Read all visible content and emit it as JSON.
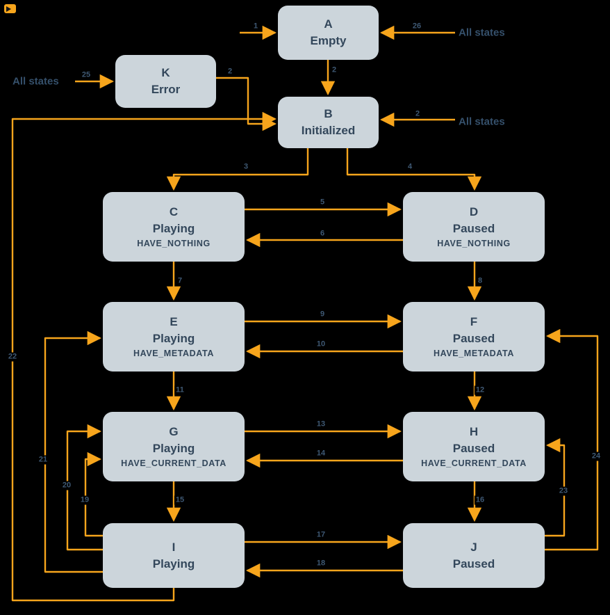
{
  "labels": {
    "all_states": "All states"
  },
  "colors": {
    "background": "#000000",
    "node_fill": "#ccd5db",
    "node_text": "#33475b",
    "arrow": "#f7a51c",
    "edge_label_text": "#3e5873"
  },
  "nodes": [
    {
      "letter": "A",
      "name": "Empty",
      "sub": ""
    },
    {
      "letter": "K",
      "name": "Error",
      "sub": ""
    },
    {
      "letter": "B",
      "name": "Initialized",
      "sub": ""
    },
    {
      "letter": "C",
      "name": "Playing",
      "sub": "HAVE_NOTHING"
    },
    {
      "letter": "D",
      "name": "Paused",
      "sub": "HAVE_NOTHING"
    },
    {
      "letter": "E",
      "name": "Playing",
      "sub": "HAVE_METADATA"
    },
    {
      "letter": "F",
      "name": "Paused",
      "sub": "HAVE_METADATA"
    },
    {
      "letter": "G",
      "name": "Playing",
      "sub": "HAVE_CURRENT_DATA"
    },
    {
      "letter": "H",
      "name": "Paused",
      "sub": "HAVE_CURRENT_DATA"
    },
    {
      "letter": "I",
      "name": "Playing",
      "sub": ""
    },
    {
      "letter": "J",
      "name": "Paused",
      "sub": ""
    }
  ],
  "edges": [
    {
      "label": "1",
      "from": "",
      "to": "A"
    },
    {
      "label": "26",
      "from": "All states",
      "to": "A"
    },
    {
      "label": "2",
      "from": "A",
      "to": "B"
    },
    {
      "label": "25",
      "from": "All states",
      "to": "K"
    },
    {
      "label": "2",
      "from": "K",
      "to": "B"
    },
    {
      "label": "2",
      "from": "All states",
      "to": "B"
    },
    {
      "label": "3",
      "from": "B",
      "to": "C"
    },
    {
      "label": "4",
      "from": "B",
      "to": "D"
    },
    {
      "label": "5",
      "from": "C",
      "to": "D"
    },
    {
      "label": "6",
      "from": "D",
      "to": "C"
    },
    {
      "label": "7",
      "from": "C",
      "to": "E"
    },
    {
      "label": "8",
      "from": "D",
      "to": "F"
    },
    {
      "label": "9",
      "from": "E",
      "to": "F"
    },
    {
      "label": "10",
      "from": "F",
      "to": "E"
    },
    {
      "label": "11",
      "from": "E",
      "to": "G"
    },
    {
      "label": "12",
      "from": "F",
      "to": "H"
    },
    {
      "label": "13",
      "from": "G",
      "to": "H"
    },
    {
      "label": "14",
      "from": "H",
      "to": "G"
    },
    {
      "label": "15",
      "from": "G",
      "to": "I"
    },
    {
      "label": "16",
      "from": "H",
      "to": "J"
    },
    {
      "label": "17",
      "from": "I",
      "to": "J"
    },
    {
      "label": "18",
      "from": "J",
      "to": "I"
    },
    {
      "label": "19",
      "from": "I",
      "to": "G"
    },
    {
      "label": "20",
      "from": "I",
      "to": "G"
    },
    {
      "label": "21",
      "from": "I",
      "to": "E"
    },
    {
      "label": "22",
      "from": "I",
      "to": "B"
    },
    {
      "label": "23",
      "from": "J",
      "to": "H"
    },
    {
      "label": "24",
      "from": "J",
      "to": "F"
    }
  ]
}
